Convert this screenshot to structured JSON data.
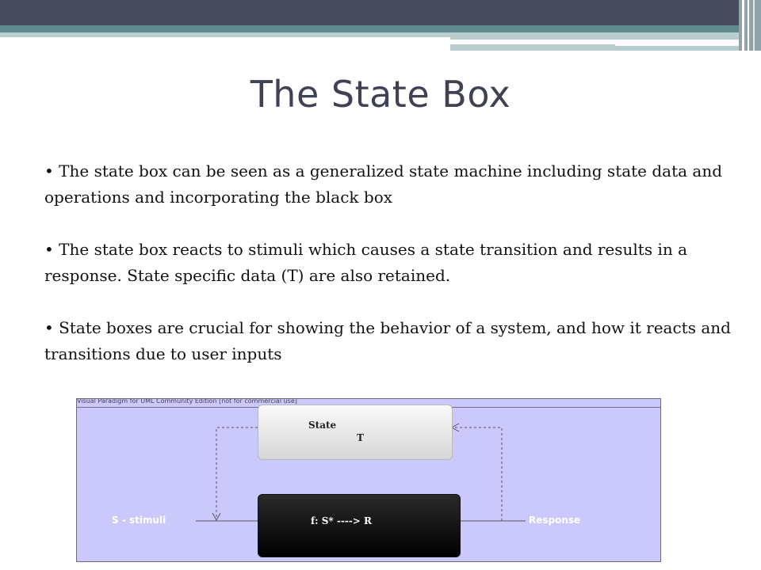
{
  "slide": {
    "title": "The State Box",
    "bullets": [
      {
        "marker": "•",
        "text": "The state box can be seen as a generalized state machine including state data and operations and incorporating the black box"
      },
      {
        "marker": "•",
        "text": "The state box reacts to stimuli which causes a state transition and results in a response. State specific data (T) are also retained."
      },
      {
        "marker": "•",
        "text": "State boxes are crucial for showing the behavior of a system, and how it reacts and transitions due to user inputs"
      }
    ]
  },
  "diagram": {
    "watermark": "Visual Paradigm for UML Community Edition [not for commercial use]",
    "state_label": "State",
    "state_var": "T",
    "function_label": "f:   S* ----> R",
    "stimuli_label": "S - stimuli",
    "response_label": "Response"
  },
  "colors": {
    "header_dark": "#474b5e",
    "header_teal": "#5f8a90",
    "header_light": "#b9ccce",
    "title": "#3f4253",
    "diagram_bg": "#cbc9fb"
  }
}
